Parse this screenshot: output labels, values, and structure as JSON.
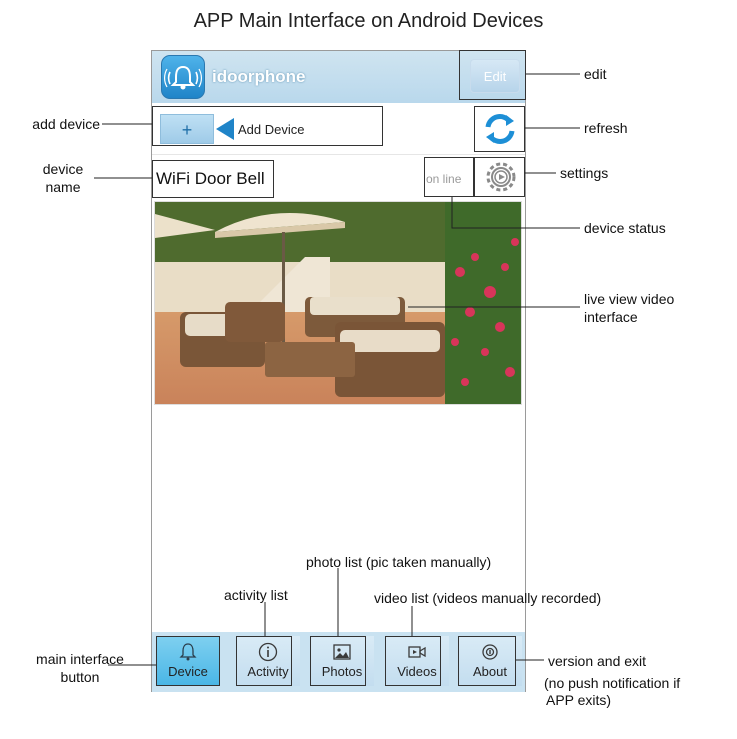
{
  "title": "APP Main Interface on Android Devices",
  "app": {
    "name": "idoorphone",
    "edit_label": "Edit",
    "add_device_label": "Add Device",
    "device_name": "WiFi Door Bell",
    "device_status": "on line"
  },
  "nav": {
    "items": [
      {
        "label": "Device",
        "icon": "bell-icon",
        "active": true
      },
      {
        "label": "Activity",
        "icon": "info-icon",
        "active": false
      },
      {
        "label": "Photos",
        "icon": "picture-icon",
        "active": false
      },
      {
        "label": "Videos",
        "icon": "video-camera-icon",
        "active": false
      },
      {
        "label": "About",
        "icon": "about-icon",
        "active": false
      }
    ]
  },
  "callouts": {
    "edit": "edit",
    "add_device": "add device",
    "refresh": "refresh",
    "device_name_1": "device",
    "device_name_2": "name",
    "settings": "settings",
    "device_status": "device status",
    "live_view_1": "live view video",
    "live_view_2": "interface",
    "photo_list": "photo list (pic taken manually)",
    "activity_list": "activity list",
    "video_list": "video list (videos manually recorded)",
    "main_interface_1": "main interface",
    "main_interface_2": "button",
    "version_exit_1": "version and exit",
    "version_exit_2": "(no push notification if",
    "version_exit_3": "APP exits)"
  },
  "colors": {
    "header": "#b9d8ec",
    "nav": "#c9e2f1",
    "active_nav": "#49b6e6",
    "accent": "#1f84c8"
  }
}
